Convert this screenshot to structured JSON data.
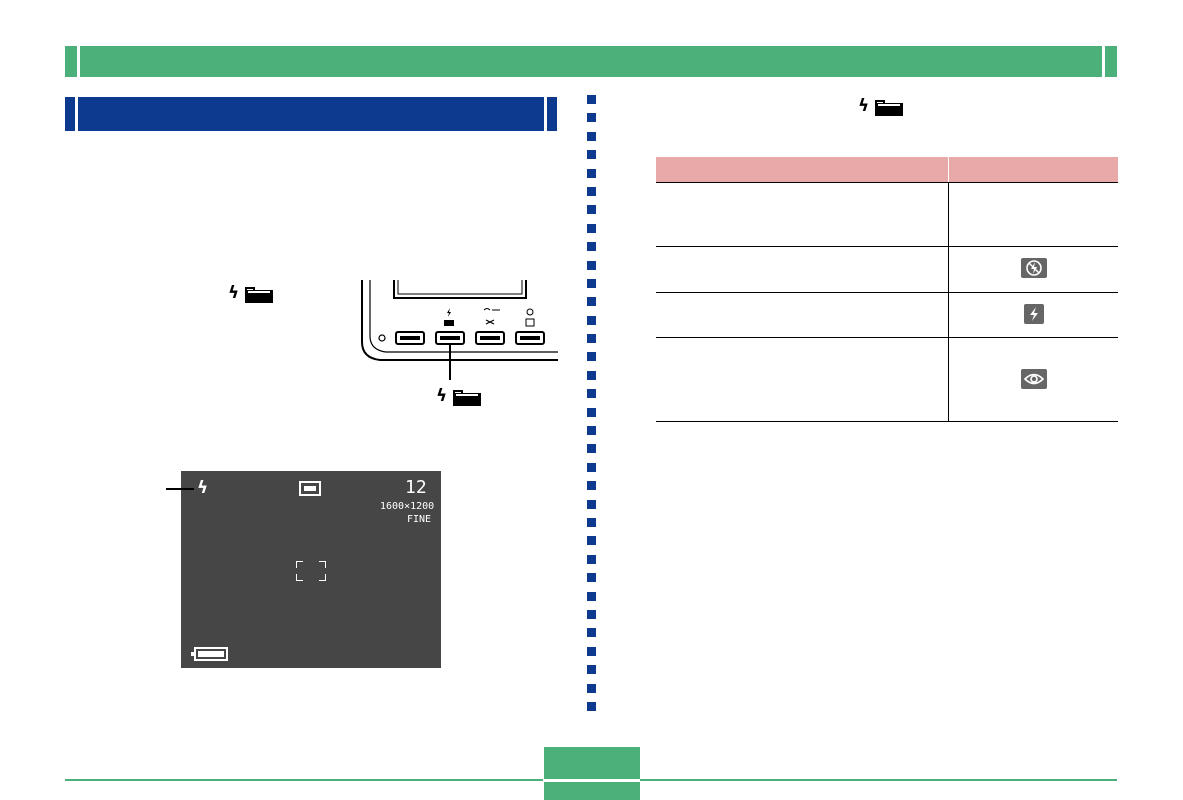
{
  "colors": {
    "header_green": "#4bb07a",
    "section_blue": "#0d3a8f",
    "table_header_pink": "#e8a9a9",
    "lcd_gray": "#464646"
  },
  "icons": {
    "flash": "lightning-bolt-icon",
    "folder": "folder-icon",
    "flash_off": "flash-off-icon",
    "flash_on": "flash-on-icon",
    "red_eye": "red-eye-reduction-icon"
  },
  "lcd": {
    "shots_remaining": "12",
    "image_size": "1600×1200",
    "quality": "FINE"
  },
  "table": {
    "headers": [
      "",
      ""
    ],
    "rows": [
      {
        "text": "",
        "icon": ""
      },
      {
        "text": "",
        "icon": "flash-off-icon"
      },
      {
        "text": "",
        "icon": "flash-on-icon"
      },
      {
        "text": "",
        "icon": "red-eye-reduction-icon"
      }
    ]
  }
}
